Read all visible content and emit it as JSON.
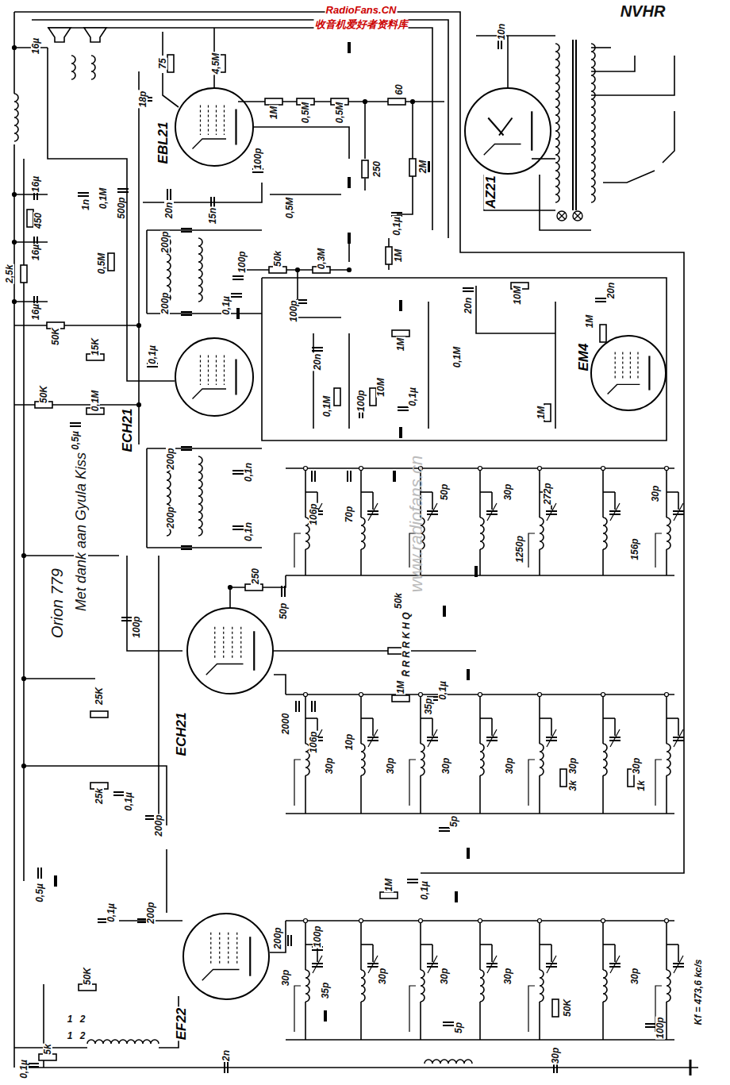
{
  "diagram": {
    "title": "Orion 779",
    "caption": "Met dank aan Gyula Kiss",
    "nodes": [
      {
        "text": [
          "EBL21"
        ]
      },
      {
        "text": [
          "AZ21"
        ]
      },
      {
        "text": [
          "ECH21"
        ]
      },
      {
        "text": [
          "EM4"
        ]
      },
      {
        "text": [
          "ECH21"
        ]
      },
      {
        "text": [
          "EF22"
        ]
      }
    ],
    "labels": [
      "RadioFans.CN",
      "收音机爱好者资料库",
      "NVHR",
      "16µ",
      "18p",
      "75",
      "4,5M",
      "1M",
      "0,5M",
      "0,5M",
      "60",
      "10n",
      "100p",
      "250",
      "2M",
      "0,1µ",
      "1n",
      "0,1M",
      "500p",
      "20n",
      "15n",
      "0,5M",
      "16µ",
      "450",
      "16µ",
      "2,5k",
      "16µ",
      "200p",
      "100p",
      "50k",
      "0,3M",
      "0,5M",
      "1M",
      "200p",
      "0,1µ",
      "50K",
      "15K",
      "0,1µ",
      "100p",
      "20n",
      "10M",
      "20n",
      "1M",
      "20n",
      "0,1M",
      "1M",
      "0,1M",
      "100p",
      "10M",
      "0,1µ",
      "50K",
      "0,1M",
      "0,5µ",
      "1M",
      "200p",
      "0,1n",
      "200p",
      "0,1n",
      "106p",
      "70p",
      "50p",
      "30p",
      "272p",
      "1250p",
      "30p",
      "156p",
      "www.radiofans.cn",
      "250",
      "50p",
      "50k",
      "100p",
      "R̄ R R R K H Q",
      "25K",
      "1M",
      "0,1µ",
      "2000",
      "106p",
      "10p",
      "35p",
      "30p",
      "30p",
      "30p",
      "30p",
      "30p",
      "30p",
      "25k",
      "0,1µ",
      "200p",
      "5p",
      "3k",
      "1k",
      "0,5µ",
      "0,1µ",
      "200p",
      "200p",
      "100p",
      "1M",
      "0,1µ",
      "30p",
      "35p",
      "30p",
      "30p",
      "30p",
      "30p",
      "5p",
      "50K",
      "100p",
      "50K",
      "1",
      "2",
      "1",
      "2",
      "5k",
      "0,1µ",
      "2n",
      "30p",
      "Kf = 473,6 kc/s"
    ]
  }
}
